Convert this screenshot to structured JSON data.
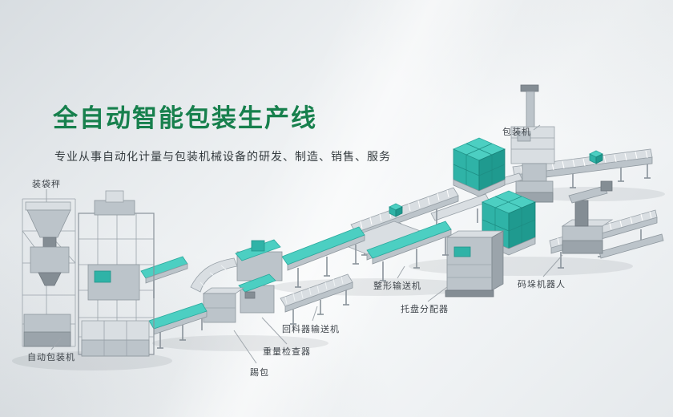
{
  "hero": {
    "title": "全自动智能包装生产线",
    "subtitle": "专业从事自动化计量与包装机械设备的研发、制造、销售、服务"
  },
  "labels": [
    {
      "id": "bagging-scale",
      "text": "装袋秤"
    },
    {
      "id": "packing-machine",
      "text": "包装机"
    },
    {
      "id": "auto-packing-machine",
      "text": "自动包装机"
    },
    {
      "id": "kick-bag",
      "text": "踢包"
    },
    {
      "id": "weight-checker",
      "text": "重量检查器"
    },
    {
      "id": "return-feeder-conveyor",
      "text": "回料器输送机"
    },
    {
      "id": "shaping-conveyor",
      "text": "整形输送机"
    },
    {
      "id": "pallet-dispenser",
      "text": "托盘分配器"
    },
    {
      "id": "palletizing-robot",
      "text": "码垛机器人"
    }
  ],
  "colors": {
    "title-green": "#17804d",
    "belt-teal": "#3fc9bc",
    "machine-gray": "#bcc4ca",
    "background-light": "#eef1f4",
    "label-text": "#3f454b"
  }
}
